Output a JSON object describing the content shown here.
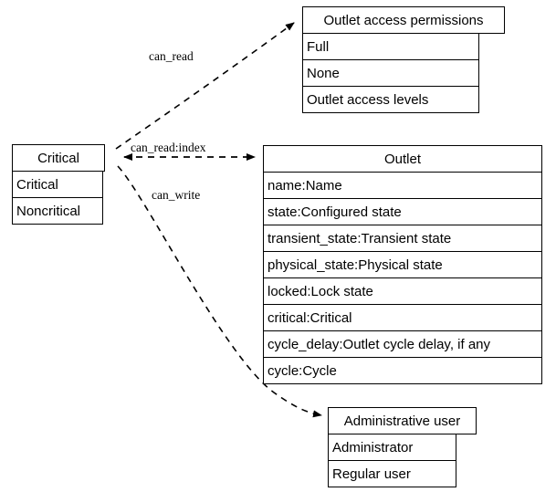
{
  "diagram": {
    "type": "entity-relationship-class-diagram",
    "background_color": "#ffffff",
    "line_color": "#000000",
    "text_color": "#000000",
    "nodes": [
      {
        "id": "outlet_access_permissions",
        "title": "Outlet access permissions",
        "rows": [
          "Full",
          "None",
          "Outlet access levels"
        ]
      },
      {
        "id": "critical",
        "title": "Critical",
        "rows": [
          "Critical",
          "Noncritical"
        ]
      },
      {
        "id": "outlet",
        "title": "Outlet",
        "rows": [
          "name:Name",
          "state:Configured state",
          "transient_state:Transient state",
          "physical_state:Physical state",
          "locked:Lock state",
          "critical:Critical",
          "cycle_delay:Outlet cycle delay, if any",
          "cycle:Cycle"
        ]
      },
      {
        "id": "administrative_user",
        "title": "Administrative user",
        "rows": [
          "Administrator",
          "Regular user"
        ]
      }
    ],
    "edges": [
      {
        "id": "edge_can_read",
        "label": "can_read",
        "from": "critical",
        "to": "outlet_access_permissions",
        "style": "dashed",
        "arrowhead": "to"
      },
      {
        "id": "edge_can_read_index",
        "label": "can_read:index",
        "from": "critical",
        "to": "outlet",
        "style": "dashed",
        "arrowhead": "both"
      },
      {
        "id": "edge_can_write",
        "label": "can_write",
        "from": "critical",
        "to": "administrative_user",
        "style": "dashed",
        "arrowhead": "to"
      }
    ]
  }
}
